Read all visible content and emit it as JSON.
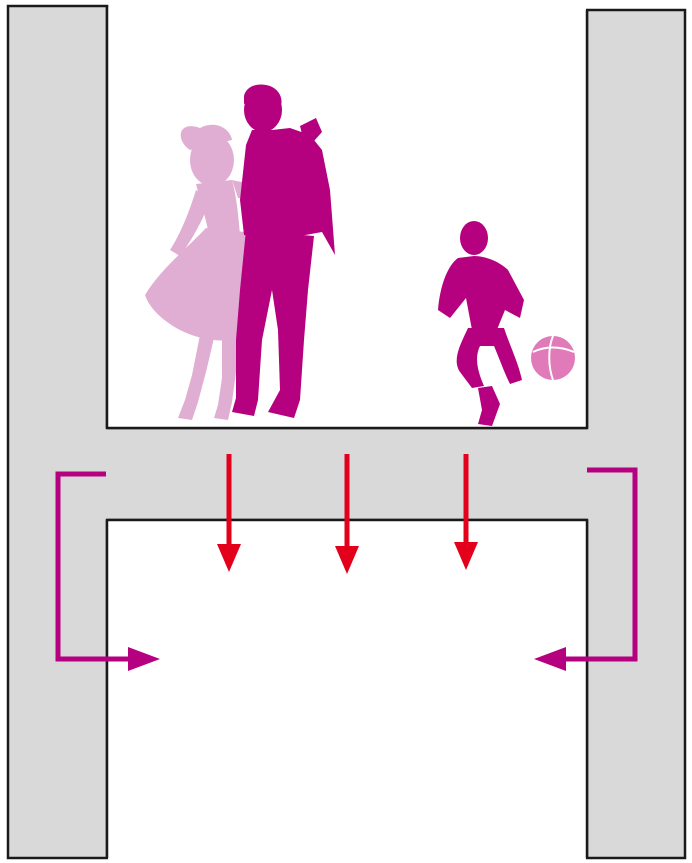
{
  "diagram": {
    "description_visible_text": "",
    "colors": {
      "structure_fill": "#d9d9d9",
      "structure_stroke": "#1a1a1a",
      "background": "#ffffff",
      "figure_primary": "#b5007f",
      "figure_secondary": "#e0aed2",
      "arrow_down": "#e3001b",
      "arrow_side": "#b5007f"
    },
    "elements": {
      "upper_room": "upper-room",
      "lower_room": "lower-room",
      "floor_slab": "floor-slab",
      "left_wall": "left-wall",
      "right_wall": "right-wall"
    },
    "figures": [
      {
        "name": "dancing-woman-figure",
        "color_key": "figure_secondary"
      },
      {
        "name": "dancing-man-figure",
        "color_key": "figure_primary"
      },
      {
        "name": "child-with-ball-figure",
        "color_key": "figure_primary"
      }
    ],
    "arrows": {
      "down_count": 3,
      "side_count": 2
    }
  }
}
